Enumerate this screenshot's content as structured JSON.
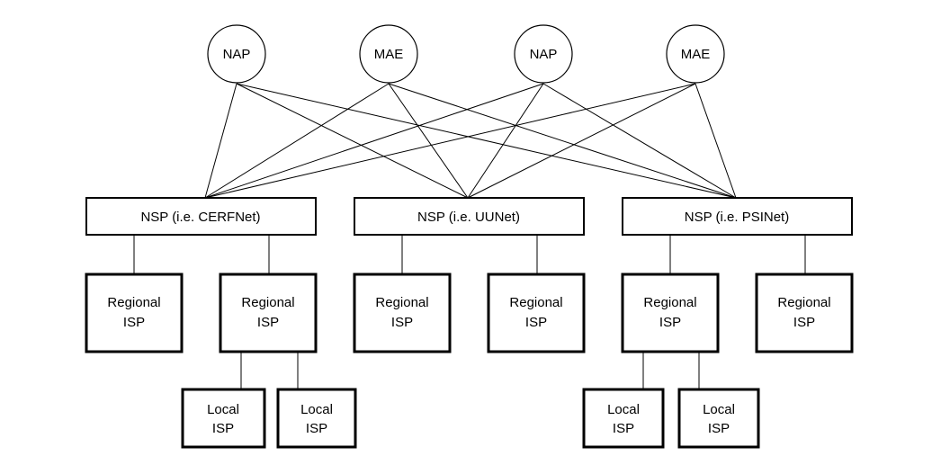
{
  "exchange_points": [
    {
      "label": "NAP"
    },
    {
      "label": "MAE"
    },
    {
      "label": "NAP"
    },
    {
      "label": "MAE"
    }
  ],
  "nsps": [
    {
      "label": "NSP (i.e. CERFNet)"
    },
    {
      "label": "NSP (i.e. UUNet)"
    },
    {
      "label": "NSP (i.e. PSINet)"
    }
  ],
  "regional_isps": [
    {
      "line1": "Regional",
      "line2": "ISP"
    },
    {
      "line1": "Regional",
      "line2": "ISP"
    },
    {
      "line1": "Regional",
      "line2": "ISP"
    },
    {
      "line1": "Regional",
      "line2": "ISP"
    },
    {
      "line1": "Regional",
      "line2": "ISP"
    },
    {
      "line1": "Regional",
      "line2": "ISP"
    }
  ],
  "local_isps": [
    {
      "line1": "Local",
      "line2": "ISP"
    },
    {
      "line1": "Local",
      "line2": "ISP"
    },
    {
      "line1": "Local",
      "line2": "ISP"
    },
    {
      "line1": "Local",
      "line2": "ISP"
    }
  ]
}
